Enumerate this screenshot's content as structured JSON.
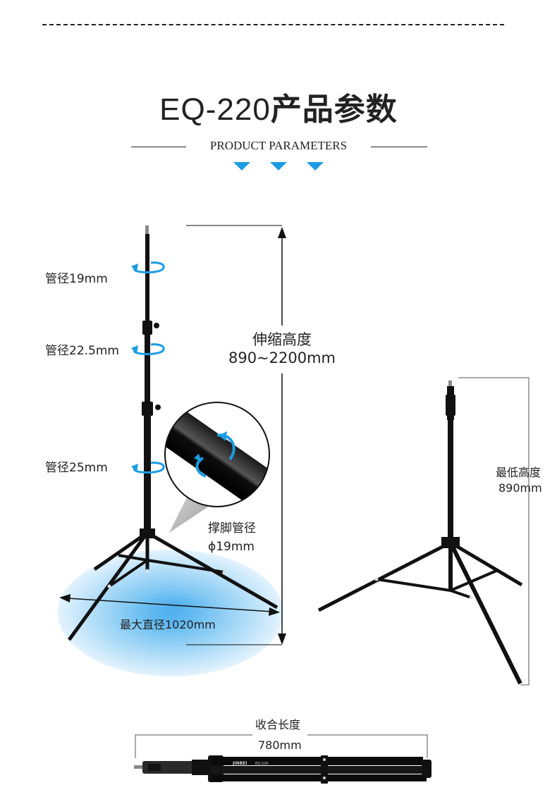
{
  "header": {
    "model": "EQ-220",
    "title_cn": "产品参数",
    "subtitle": "PRODUCT PARAMETERS"
  },
  "specs": {
    "tube_top": "管径19mm",
    "tube_mid": "管径22.5mm",
    "tube_bottom": "管径25mm",
    "height_label": "伸缩高度",
    "height_value": "890~2200mm",
    "leg_label": "撑脚管径",
    "leg_value": "ϕ19mm",
    "diameter": "最大直径1020mm",
    "min_height_label": "最低高度",
    "min_height_value": "890mm",
    "folded_label": "收合长度",
    "folded_value": "780mm"
  },
  "product_marks": {
    "brand": "JINBEI",
    "model_mark": "EQ-220"
  },
  "colors": {
    "accent": "#1c9ce4",
    "stand": "#111111"
  }
}
